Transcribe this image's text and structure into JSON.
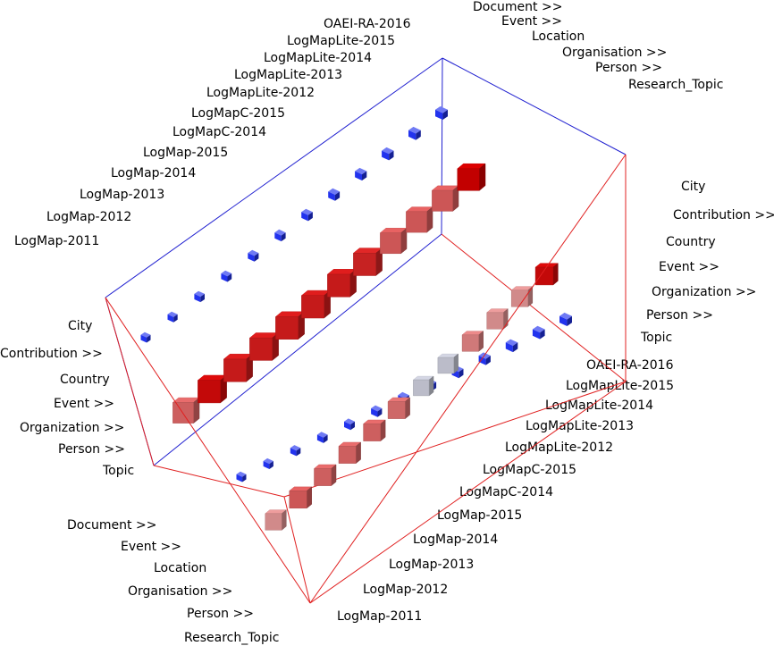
{
  "chart_data": {
    "type": "bar",
    "variant": "3d-matrix",
    "title": "",
    "systems": [
      "LogMap-2011",
      "LogMap-2012",
      "LogMap-2013",
      "LogMap-2014",
      "LogMap-2015",
      "LogMapC-2014",
      "LogMapC-2015",
      "LogMapLite-2012",
      "LogMapLite-2013",
      "LogMapLite-2014",
      "LogMapLite-2015",
      "OAEI-RA-2016"
    ],
    "ontology_a_classes": [
      "City",
      "Contribution  >>",
      "Country",
      "Event  >>",
      "Organization  >>",
      "Person  >>",
      "Topic"
    ],
    "ontology_b_classes": [
      "Document  >>",
      "Event  >>",
      "Location",
      "Organisation  >>",
      "Person  >>",
      "Research_Topic"
    ],
    "colors": {
      "box_front": "#e02020",
      "box_back": "#2020d0",
      "point": "#2233ee",
      "high": "#dd0000",
      "low": "#f2c4c4",
      "grey": "#d4d6e4"
    },
    "series": [
      {
        "values": [
          0.45,
          0.85,
          0.85,
          0.85,
          0.85,
          0.85,
          0.85,
          0.85,
          0.45,
          0.45,
          0.45,
          0.7
        ],
        "shade": [
          0.45,
          0.95,
          0.85,
          0.85,
          0.85,
          0.85,
          0.85,
          0.8,
          0.5,
          0.5,
          0.5,
          1.0
        ]
      },
      {
        "values": [
          0.3,
          0.5,
          0.45,
          0.45,
          0.45,
          0.45,
          0.15,
          0.15,
          0.3,
          0.3,
          0.3,
          0.55
        ],
        "shade": [
          0.2,
          0.5,
          0.45,
          0.45,
          0.45,
          0.4,
          0.0,
          0.0,
          0.3,
          0.2,
          0.2,
          0.95
        ]
      }
    ],
    "points": [
      [
        1,
        1,
        1,
        1,
        1,
        1,
        1,
        1,
        1,
        1,
        1,
        1
      ],
      [
        1,
        1,
        1,
        1,
        1,
        1,
        1,
        1,
        1,
        1,
        1,
        1,
        1
      ]
    ]
  }
}
